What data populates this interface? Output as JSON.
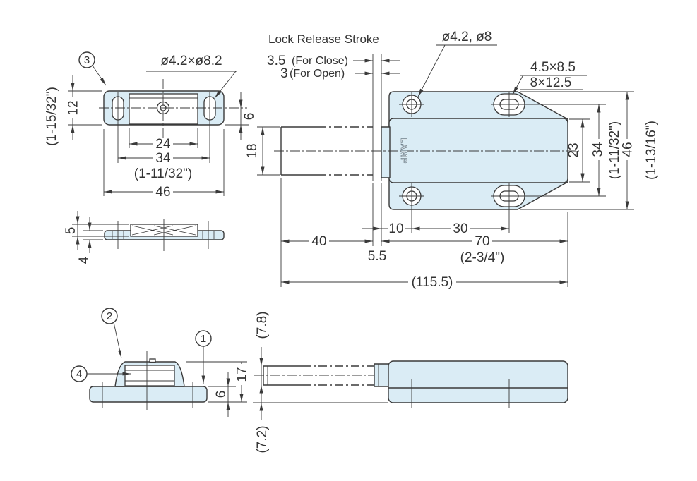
{
  "colors": {
    "line": "#3a3a3a",
    "part_fill": "#daecf5",
    "text": "#333333",
    "background": "#ffffff"
  },
  "callouts": {
    "n1": "1",
    "n2": "2",
    "n3": "3",
    "n4": "4"
  },
  "front_plate": {
    "hole_note": "ø4.2×ø8.2",
    "d12": "12",
    "d12_in": "(1-15/32\")",
    "d6": "6",
    "d24": "24",
    "d34": "34",
    "d34_in": "(1-11/32\")",
    "d46": "46"
  },
  "plate_side": {
    "d5": "5",
    "d4": "4"
  },
  "latch_front": {
    "stroke_title": "Lock Release Stroke",
    "close_val": "3.5",
    "close_note": "(For Close)",
    "open_val": "3",
    "open_note": "(For Open)",
    "round_holes": "ø4.2, ø8",
    "slot_small": "4.5×8.5",
    "slot_big": "8×12.5",
    "d18": "18",
    "d23": "23",
    "d34": "34",
    "d34_in": "(1-11/32\")",
    "d46": "46",
    "d46_in": "(1-13/16\")",
    "d40": "40",
    "d5_5": "5.5",
    "d10": "10",
    "d30": "30",
    "d70": "70",
    "d70_in": "(2-3/4\")",
    "d115": "(115.5)",
    "logo": "LAMP"
  },
  "latch_side": {
    "d7_8": "(7.8)",
    "d7_2": "(7.2)"
  },
  "catch_side": {
    "d17": "17",
    "d6": "6"
  }
}
